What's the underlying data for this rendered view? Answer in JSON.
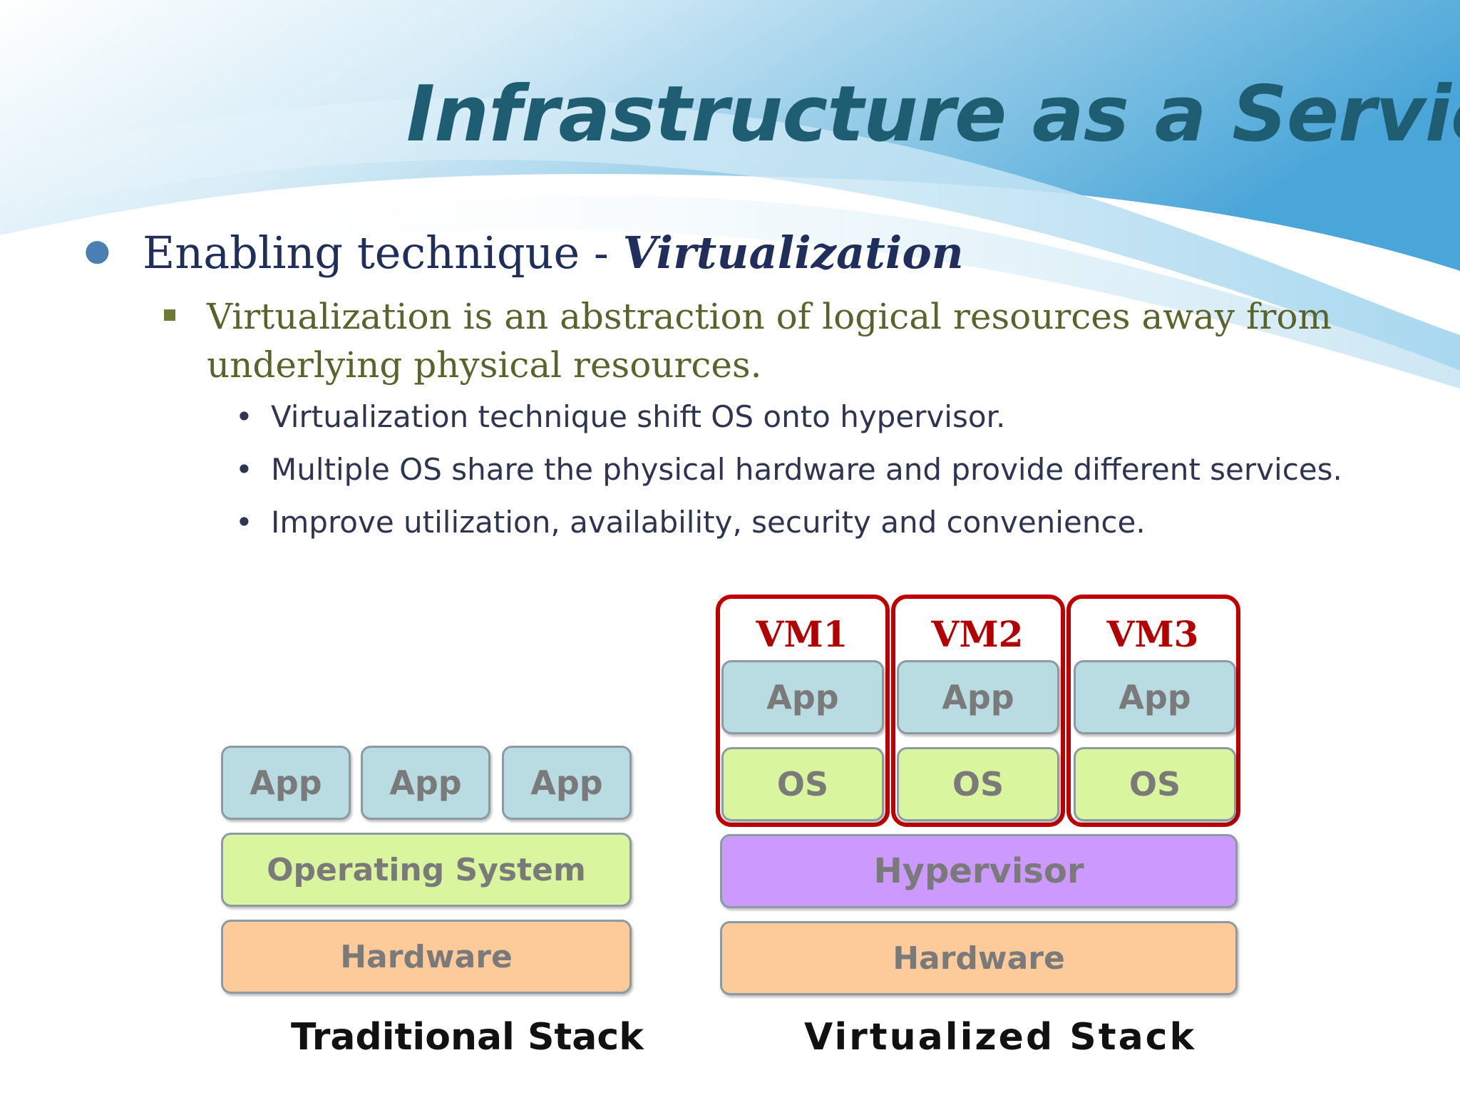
{
  "slide": {
    "title": "Infrastructure as a Service",
    "bullet_l1": {
      "prefix": "Enabling technique - ",
      "emphasis": "Virtualization"
    },
    "bullet_l2": "Virtualization is an abstraction of logical resources away from underlying physical resources.",
    "bullets_l3": [
      "Virtualization technique shift OS onto hypervisor.",
      "Multiple OS share the physical hardware and provide different services.",
      "Improve utilization, availability, security and convenience."
    ]
  },
  "diagram": {
    "traditional": {
      "apps": [
        "App",
        "App",
        "App"
      ],
      "os": "Operating System",
      "hardware": "Hardware",
      "caption": "Traditional Stack"
    },
    "virtualized": {
      "vms": [
        {
          "label": "VM1",
          "app": "App",
          "os": "OS"
        },
        {
          "label": "VM2",
          "app": "App",
          "os": "OS"
        },
        {
          "label": "VM3",
          "app": "App",
          "os": "OS"
        }
      ],
      "hypervisor": "Hypervisor",
      "hardware": "Hardware",
      "caption": "Virtualized Stack"
    },
    "colors": {
      "app": "#b9dbe2",
      "os": "#d9f59d",
      "hardware": "#fdcb99",
      "hypervisor": "#cc99ff",
      "vm_border": "#c00000",
      "title": "#1f5d72"
    }
  }
}
